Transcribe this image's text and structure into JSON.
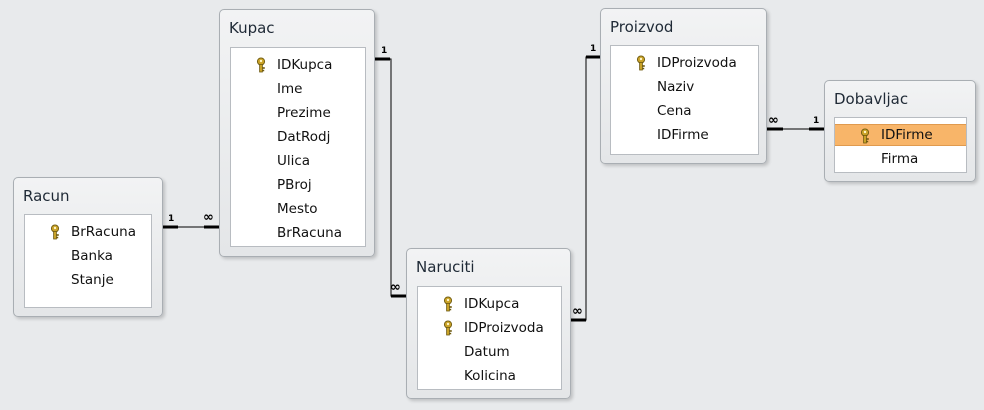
{
  "tables": {
    "racun": {
      "title": "Racun",
      "fields": [
        {
          "name": "BrRacuna",
          "key": true
        },
        {
          "name": "Banka",
          "key": false
        },
        {
          "name": "Stanje",
          "key": false
        }
      ]
    },
    "kupac": {
      "title": "Kupac",
      "fields": [
        {
          "name": "IDKupca",
          "key": true
        },
        {
          "name": "Ime",
          "key": false
        },
        {
          "name": "Prezime",
          "key": false
        },
        {
          "name": "DatRodj",
          "key": false
        },
        {
          "name": "Ulica",
          "key": false
        },
        {
          "name": "PBroj",
          "key": false
        },
        {
          "name": "Mesto",
          "key": false
        },
        {
          "name": "BrRacuna",
          "key": false
        }
      ]
    },
    "naruciti": {
      "title": "Naruciti",
      "fields": [
        {
          "name": "IDKupca",
          "key": true
        },
        {
          "name": "IDProizvoda",
          "key": true
        },
        {
          "name": "Datum",
          "key": false
        },
        {
          "name": "Kolicina",
          "key": false
        }
      ]
    },
    "proizvod": {
      "title": "Proizvod",
      "fields": [
        {
          "name": "IDProizvoda",
          "key": true
        },
        {
          "name": "Naziv",
          "key": false
        },
        {
          "name": "Cena",
          "key": false
        },
        {
          "name": "IDFirme",
          "key": false
        }
      ]
    },
    "dobavljac": {
      "title": "Dobavljac",
      "fields": [
        {
          "name": "IDFirme",
          "key": true,
          "selected": true
        },
        {
          "name": "Firma",
          "key": false
        }
      ]
    }
  },
  "relations": {
    "one_label": "1",
    "many_label": "∞"
  },
  "colors": {
    "background": "#e8eaec",
    "selected_field": "#f8b569",
    "key_icon": "#c9a227"
  }
}
